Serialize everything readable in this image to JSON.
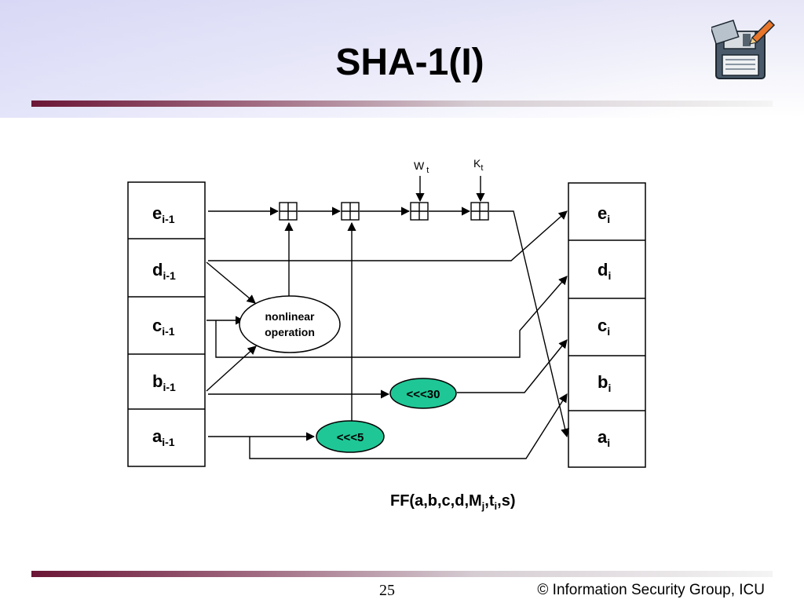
{
  "slide": {
    "title": "SHA-1(I)",
    "page_number": "25",
    "footer": "© Information Security Group, ICU"
  },
  "diagram": {
    "inputs": [
      {
        "base": "e",
        "sub": "i-1"
      },
      {
        "base": "d",
        "sub": "i-1"
      },
      {
        "base": "c",
        "sub": "i-1"
      },
      {
        "base": "b",
        "sub": "i-1"
      },
      {
        "base": "a",
        "sub": "i-1"
      }
    ],
    "outputs": [
      {
        "base": "e",
        "sub": "i"
      },
      {
        "base": "d",
        "sub": "i"
      },
      {
        "base": "c",
        "sub": "i"
      },
      {
        "base": "b",
        "sub": "i"
      },
      {
        "base": "a",
        "sub": "i"
      }
    ],
    "wt": {
      "base": "W",
      "sub": "t"
    },
    "kt": {
      "base": "K",
      "sub": "t"
    },
    "nonlinear_line1": "nonlinear",
    "nonlinear_line2": "operation",
    "rot30": "<<<30",
    "rot5": "<<<5",
    "formula": {
      "p1": "FF(a,b,c,d,M",
      "s1": "j",
      "p2": ",t",
      "s2": "i",
      "p3": ",s)"
    },
    "colors": {
      "rotate_fill": "#1fc796",
      "line": "#000000"
    }
  }
}
